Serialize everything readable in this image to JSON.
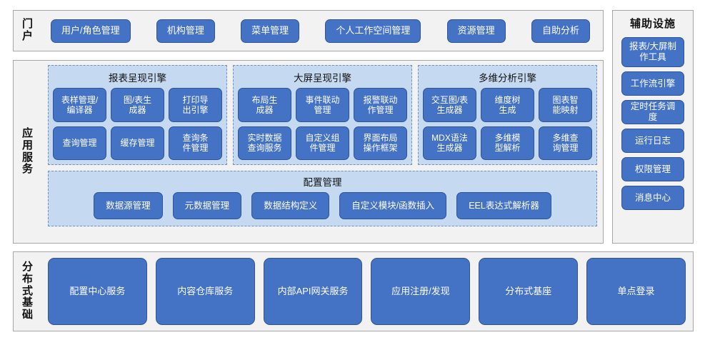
{
  "colors": {
    "button_fill": "#4472C4",
    "button_border": "#2F5597",
    "panel_fill": "#F2F2F2",
    "panel_border": "#A6A6A6",
    "engine_fill": "#C5D9F1",
    "engine_border": "#6F90C4",
    "page_background": "#FFFFFF",
    "label_text": "#111111",
    "button_text": "#FFFFFF"
  },
  "portal": {
    "label": "门户",
    "items": [
      {
        "label": "用户/角色管理"
      },
      {
        "label": "机构管理"
      },
      {
        "label": "菜单管理"
      },
      {
        "label": "个人工作空间管理"
      },
      {
        "label": "资源管理"
      },
      {
        "label": "自助分析"
      }
    ]
  },
  "aux": {
    "title": "辅助设施",
    "items": [
      {
        "label": "报表/大屏制\n作工具",
        "tall": true
      },
      {
        "label": "工作流引擎",
        "tall": false
      },
      {
        "label": "定时任务调度",
        "tall": false
      },
      {
        "label": "运行日志",
        "tall": false
      },
      {
        "label": "权限管理",
        "tall": false
      },
      {
        "label": "消息中心",
        "tall": false
      }
    ]
  },
  "app_services": {
    "label": "应用服务",
    "engines": [
      {
        "title": "报表呈现引擎",
        "items": [
          {
            "label": "表样管理/\n编译器"
          },
          {
            "label": "图/表生\n成器"
          },
          {
            "label": "打印导\n出引擎"
          },
          {
            "label": "查询管理"
          },
          {
            "label": "缓存管理"
          },
          {
            "label": "查询条\n件管理"
          }
        ]
      },
      {
        "title": "大屏呈现引擎",
        "items": [
          {
            "label": "布局生\n成器"
          },
          {
            "label": "事件联动\n管理"
          },
          {
            "label": "报警联动\n作管理"
          },
          {
            "label": "实时数据\n查询服务"
          },
          {
            "label": "自定义组\n件管理"
          },
          {
            "label": "界面布局\n操作框架"
          }
        ]
      },
      {
        "title": "多维分析引擎",
        "items": [
          {
            "label": "交互图/表\n生成器"
          },
          {
            "label": "维度树\n生成"
          },
          {
            "label": "图表智\n能映射"
          },
          {
            "label": "MDX语法\n生成器"
          },
          {
            "label": "多维模\n型解析"
          },
          {
            "label": "多维查\n询管理"
          }
        ]
      }
    ],
    "config": {
      "title": "配置管理",
      "items": [
        {
          "label": "数据源管理"
        },
        {
          "label": "元数据管理"
        },
        {
          "label": "数据结构定义"
        },
        {
          "label": "自定义模块/函数插入"
        },
        {
          "label": "EEL表达式解析器"
        }
      ]
    }
  },
  "distributed": {
    "label": "分布式基础",
    "items": [
      {
        "label": "配置中心服务"
      },
      {
        "label": "内容仓库服务"
      },
      {
        "label": "内部API网关服务"
      },
      {
        "label": "应用注册/发现"
      },
      {
        "label": "分布式基座"
      },
      {
        "label": "单点登录"
      }
    ]
  }
}
